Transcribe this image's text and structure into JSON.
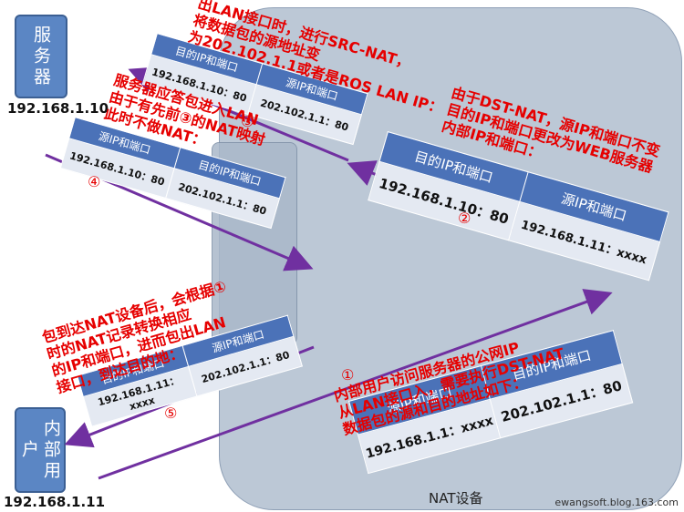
{
  "nat_label": "NAT设备",
  "server": {
    "label": "服务器",
    "ip": "192.168.1.10"
  },
  "client": {
    "label": "内部用户",
    "ip": "192.168.1.11"
  },
  "step_numbers": {
    "s1": "①",
    "s2": "②",
    "s3": "③",
    "s4": "④",
    "s5": "⑤"
  },
  "tables": {
    "t1": {
      "h1": "源IP和端口",
      "h2": "目的IP和端口",
      "v1": "192.168.1.1：xxxx",
      "v2": "202.102.1.1：80"
    },
    "t2": {
      "h1": "目的IP和端口",
      "h2": "源IP和端口",
      "v1": "192.168.1.10：80",
      "v2": "192.168.1.11：xxxx"
    },
    "t3": {
      "h1": "目的IP和端口",
      "h2": "源IP和端口",
      "v1": "192.168.1.10：80",
      "v2": "202.102.1.1：80"
    },
    "t4": {
      "h1": "源IP和端口",
      "h2": "目的IP和端口",
      "v1": "192.168.1.10：80",
      "v2": "202.102.1.1：80"
    },
    "t5": {
      "h1": "目的IP和端口",
      "h2": "源IP和端口",
      "v1": "192.168.1.11：xxxx",
      "v2": "202.102.1.1：80"
    }
  },
  "notes": {
    "n1": [
      "内部用户访问服务器的公网IP",
      "从LAN接口入，需要执行DST-NAT",
      "数据包的源和目的地址如下："
    ],
    "n2": [
      "由于DST-NAT，源IP和端口不变",
      "目的IP和端口更改为WEB服务器",
      "内部IP和端口："
    ],
    "n3": [
      "出LAN接口时，进行SRC-NAT，",
      "将数据包的源地址变",
      "为202.102.1.1或者是ROS LAN IP："
    ],
    "n4": [
      "服务器应答包进入LAN",
      "由于有先前③的NAT映射",
      "此时不做NAT："
    ],
    "n5": [
      "包到达NAT设备后，会根据①",
      "时的NAT记录转换相应",
      "的IP和端口，进而包出LAN",
      "接口，到达目的地："
    ]
  },
  "credit": "ewangsoft.blog.163.com",
  "colors": {
    "header": "#4b72b8",
    "cell": "#e4e9f2",
    "arrow": "#7030a0",
    "note": "#e60000",
    "nat": "#bcc8d6"
  }
}
